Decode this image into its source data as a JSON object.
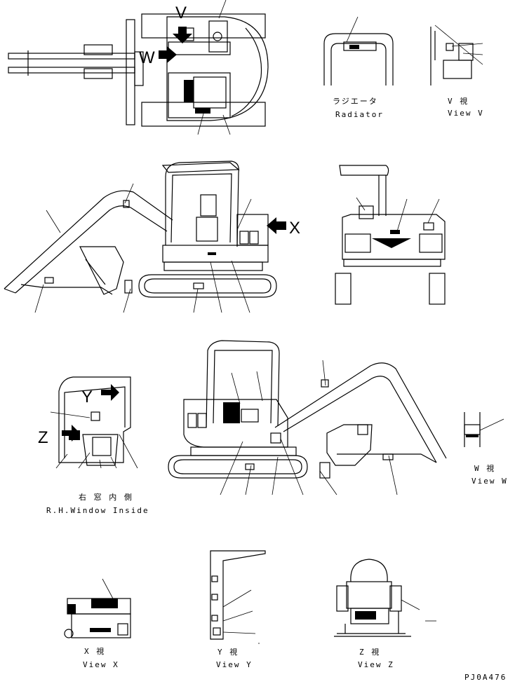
{
  "figure_code": "PJ0A476",
  "letters": {
    "v": "V",
    "w": "W",
    "x": "X",
    "y": "Y",
    "z": "Z"
  },
  "captions": {
    "radiator_jp": "ラジエータ",
    "radiator_en": "Radiator",
    "view_v_jp": "V 視",
    "view_v_en": "View V",
    "view_w_jp": "W 視",
    "view_w_en": "View W",
    "window_jp": "右 窓 内 側",
    "window_en": "R.H.Window Inside",
    "view_x_jp": "X 視",
    "view_x_en": "View X",
    "view_y_jp": "Y 視",
    "view_y_en": "View Y",
    "view_z_jp": "Z 視",
    "view_z_en": "View Z"
  }
}
